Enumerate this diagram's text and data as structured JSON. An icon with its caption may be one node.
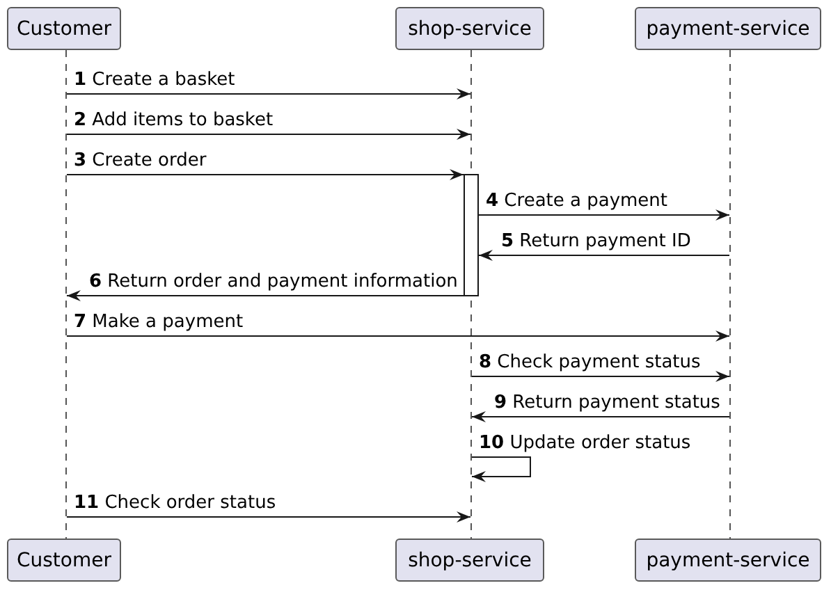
{
  "diagram": {
    "nodes": [
      {
        "text": [
          "Customer"
        ]
      },
      {
        "text": [
          "shop-service"
        ]
      },
      {
        "text": [
          "payment-service"
        ]
      },
      {
        "text": [],
        "shape": "line"
      },
      {
        "text": [],
        "shape": "line"
      },
      {
        "text": [],
        "shape": "line"
      },
      {
        "text": [],
        "shape": "bar"
      },
      {
        "text": [
          "Customer"
        ]
      },
      {
        "text": [
          "shop-service"
        ]
      },
      {
        "text": [
          "payment-service"
        ]
      }
    ],
    "edges": [
      {
        "from": 3,
        "to": 4,
        "arrow": "to",
        "label": "**1** Create a basket"
      },
      {
        "from": 3,
        "to": 4,
        "arrow": "to",
        "label": "**2** Add items to basket"
      },
      {
        "from": 3,
        "to": 6,
        "arrow": "to",
        "label": "**3** Create order"
      },
      {
        "from": 6,
        "to": 5,
        "arrow": "to",
        "label": "**4** Create a payment"
      },
      {
        "from": 5,
        "to": 6,
        "arrow": "to",
        "label": "**5** Return payment ID"
      },
      {
        "from": 6,
        "to": 3,
        "arrow": "to",
        "label": "**6** Return order and payment information"
      },
      {
        "from": 3,
        "to": 5,
        "arrow": "to",
        "label": "**7** Make a payment"
      },
      {
        "from": 4,
        "to": 5,
        "arrow": "to",
        "label": "**8** Check payment status"
      },
      {
        "from": 5,
        "to": 4,
        "arrow": "to",
        "label": "**9** Return payment status"
      },
      {
        "from": 4,
        "to": 4,
        "arrow": "to",
        "label": "**10** Update order status"
      },
      {
        "from": 3,
        "to": 4,
        "arrow": "to",
        "label": "**11** Check order status"
      }
    ]
  }
}
